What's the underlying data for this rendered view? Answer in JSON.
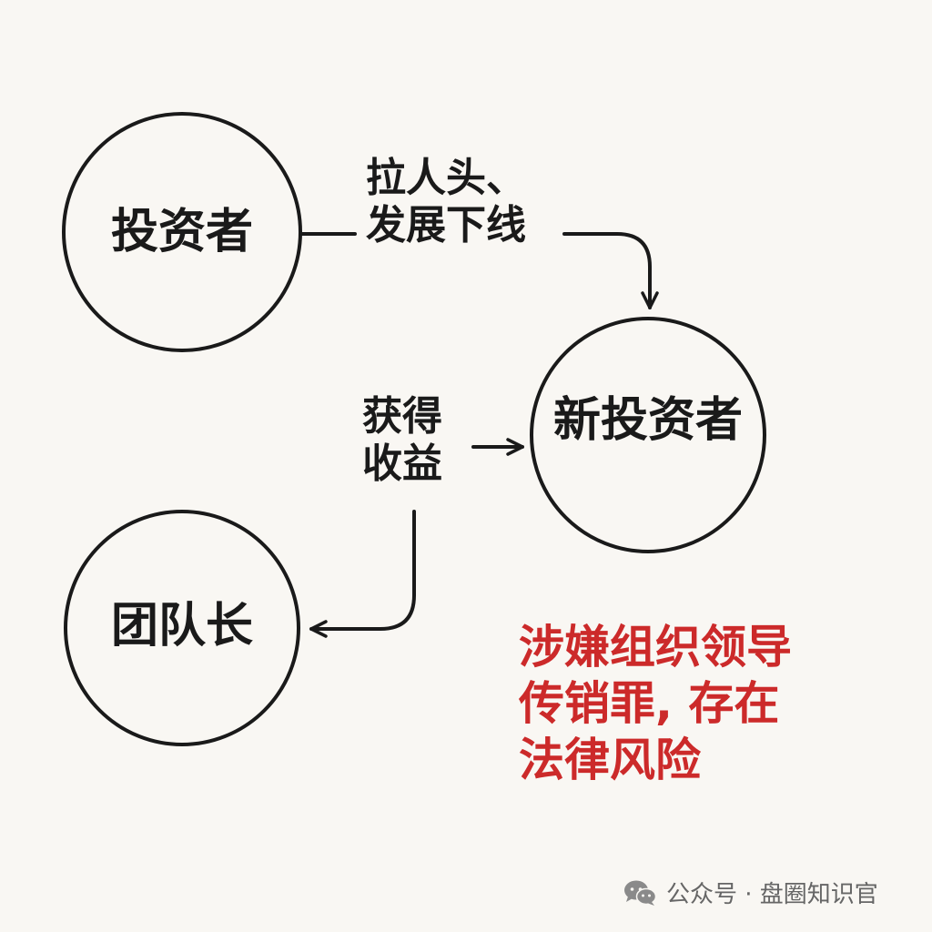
{
  "nodes": {
    "investor": "投资者",
    "new_investor": "新投资者",
    "team_leader": "团队长"
  },
  "edges": {
    "recruit": [
      "拉人头、",
      "发展下线"
    ],
    "earnings": [
      "获得",
      "收益"
    ]
  },
  "warning": [
    "涉嫌组织领导",
    "传销罪, 存在",
    "法律风险"
  ],
  "watermark": {
    "text": "公众号 · 盘圈知识官",
    "icon": "wechat-icon"
  },
  "colors": {
    "line": "#1a1a1a",
    "warning": "#cc2a2a",
    "background": "#f9f7f3",
    "watermark": "#666666"
  }
}
